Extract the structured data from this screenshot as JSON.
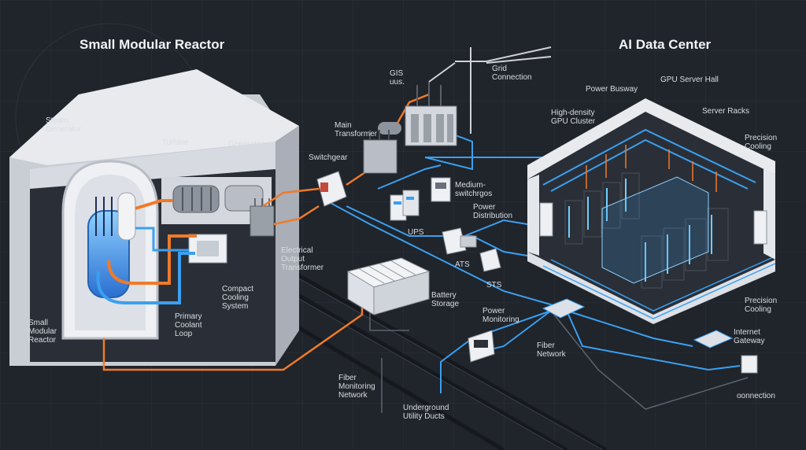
{
  "titles": {
    "left": "Small Modular Reactor",
    "right": "AI Data Center"
  },
  "labels": {
    "steam_generator": "Steam\nGenerator",
    "turbine": "Turbine",
    "generator": "Generator",
    "small_modular_reactor": "Small\nModular\nReactor",
    "primary_coolant_loop": "Primary\nCoolant\nLoop",
    "compact_cooling_system": "Compact\nCooling\nSystem",
    "electrical_output_transformer": "Electrical\nOutput\nTransformer",
    "switchgear": "Switchgear",
    "main_transformer": "Main\nTransformer",
    "gis": "GIS\nuus.",
    "grid_connection": "Grid\nConnection",
    "medium_switchgear": "Medium-\nswitchrgos",
    "power_distribution": "Power\nDistribution",
    "ups": "UPS",
    "ats": "ATS",
    "sts": "STS",
    "battery_storage": "Battery\nStorage",
    "power_monitoring": "Power\nMonitoring",
    "fiber_network": "Fiber\nNetwork",
    "fiber_monitoring_network": "Fiber\nMonitoring\nNetwork",
    "underground_utility_ducts": "Underground\nUtility Ducts",
    "power_busway": "Power Busway",
    "gpu_server_hall": "GPU Server Hall",
    "high_density_gpu_cluster": "High-density\nGPU Cluster",
    "server_racks": "Server Racks",
    "precision_cooling_top": "Precision\nCooling",
    "precision_cooling_bottom": "Precision\nCooling",
    "internet_gateway": "Internet\nGateway",
    "connection": "oonnection"
  },
  "colors": {
    "background": "#20242b",
    "power_line": "#f07a2a",
    "data_line": "#3aa0f0",
    "building_wall": "#e3e6eb",
    "rack": "#2c3038"
  }
}
